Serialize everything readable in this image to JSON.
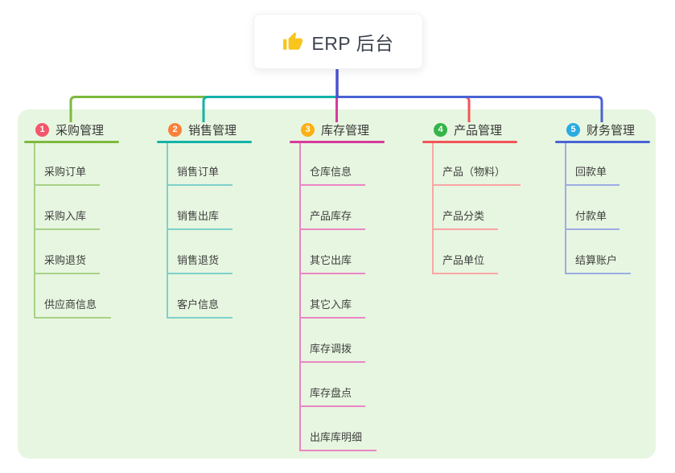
{
  "root": {
    "title": "ERP 后台",
    "icon": "thumbs-up-icon",
    "icon_color": "#f7c51e"
  },
  "colors": {
    "page_bg": "#ffffff",
    "panel_bg": "#e7f6e0",
    "stem": "#4a52cc",
    "root_text": "#3d4450",
    "title_text": "#383838",
    "child_text": "#3f3f3f"
  },
  "branches": [
    {
      "number": "1",
      "title": "采购管理",
      "badge_color": "#f4566c",
      "line_color": "#7cb93f",
      "child_line_color": "#a8d187",
      "children": [
        "采购订单",
        "采购入库",
        "采购退货",
        "供应商信息"
      ]
    },
    {
      "number": "2",
      "title": "销售管理",
      "badge_color": "#f9813a",
      "line_color": "#12b3a8",
      "child_line_color": "#7ed0c9",
      "children": [
        "销售订单",
        "销售出库",
        "销售退货",
        "客户信息"
      ]
    },
    {
      "number": "3",
      "title": "库存管理",
      "badge_color": "#fbb015",
      "line_color": "#d83a9d",
      "child_line_color": "#ea86c4",
      "children": [
        "仓库信息",
        "产品库存",
        "其它出库",
        "其它入库",
        "库存调拨",
        "库存盘点",
        "出库库明细"
      ]
    },
    {
      "number": "4",
      "title": "产品管理",
      "badge_color": "#35b44a",
      "line_color": "#f25558",
      "child_line_color": "#f8a6a6",
      "children": [
        "产品（物料）",
        "产品分类",
        "产品单位"
      ]
    },
    {
      "number": "5",
      "title": "财务管理",
      "badge_color": "#2aabe2",
      "line_color": "#4a63d4",
      "child_line_color": "#9dace4",
      "children": [
        "回款单",
        "付款单",
        "结算账户"
      ]
    }
  ]
}
